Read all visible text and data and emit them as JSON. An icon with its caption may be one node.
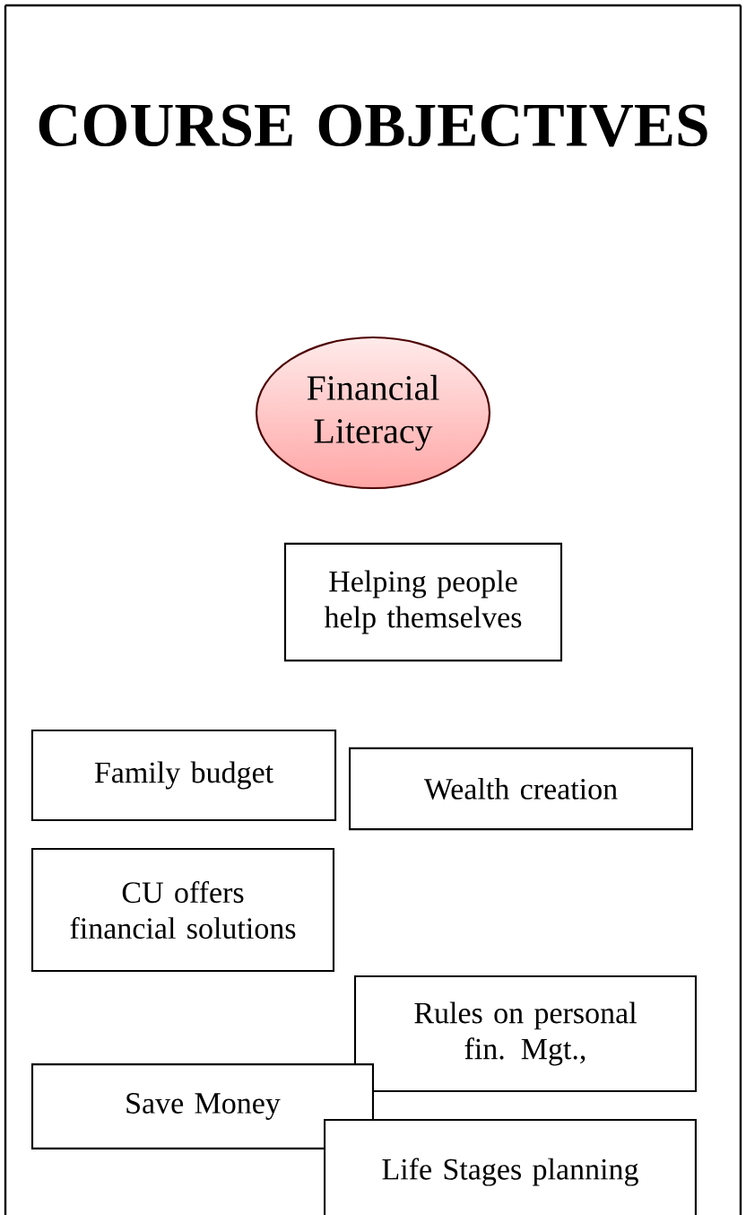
{
  "diagram": {
    "title": "COURSE OBJECTIVES",
    "nodes": [
      {
        "text": [
          "Financial Literacy"
        ]
      },
      {
        "text": [
          "Helping people help themselves"
        ]
      },
      {
        "text": [
          "Family budget"
        ]
      },
      {
        "text": [
          "Wealth creation"
        ]
      },
      {
        "text": [
          "CU offers financial solutions"
        ]
      },
      {
        "text": [
          "Rules on personal fin. Mgt.,"
        ]
      },
      {
        "text": [
          "Save Money"
        ]
      },
      {
        "text": [
          "Life Stages planning"
        ]
      }
    ]
  }
}
